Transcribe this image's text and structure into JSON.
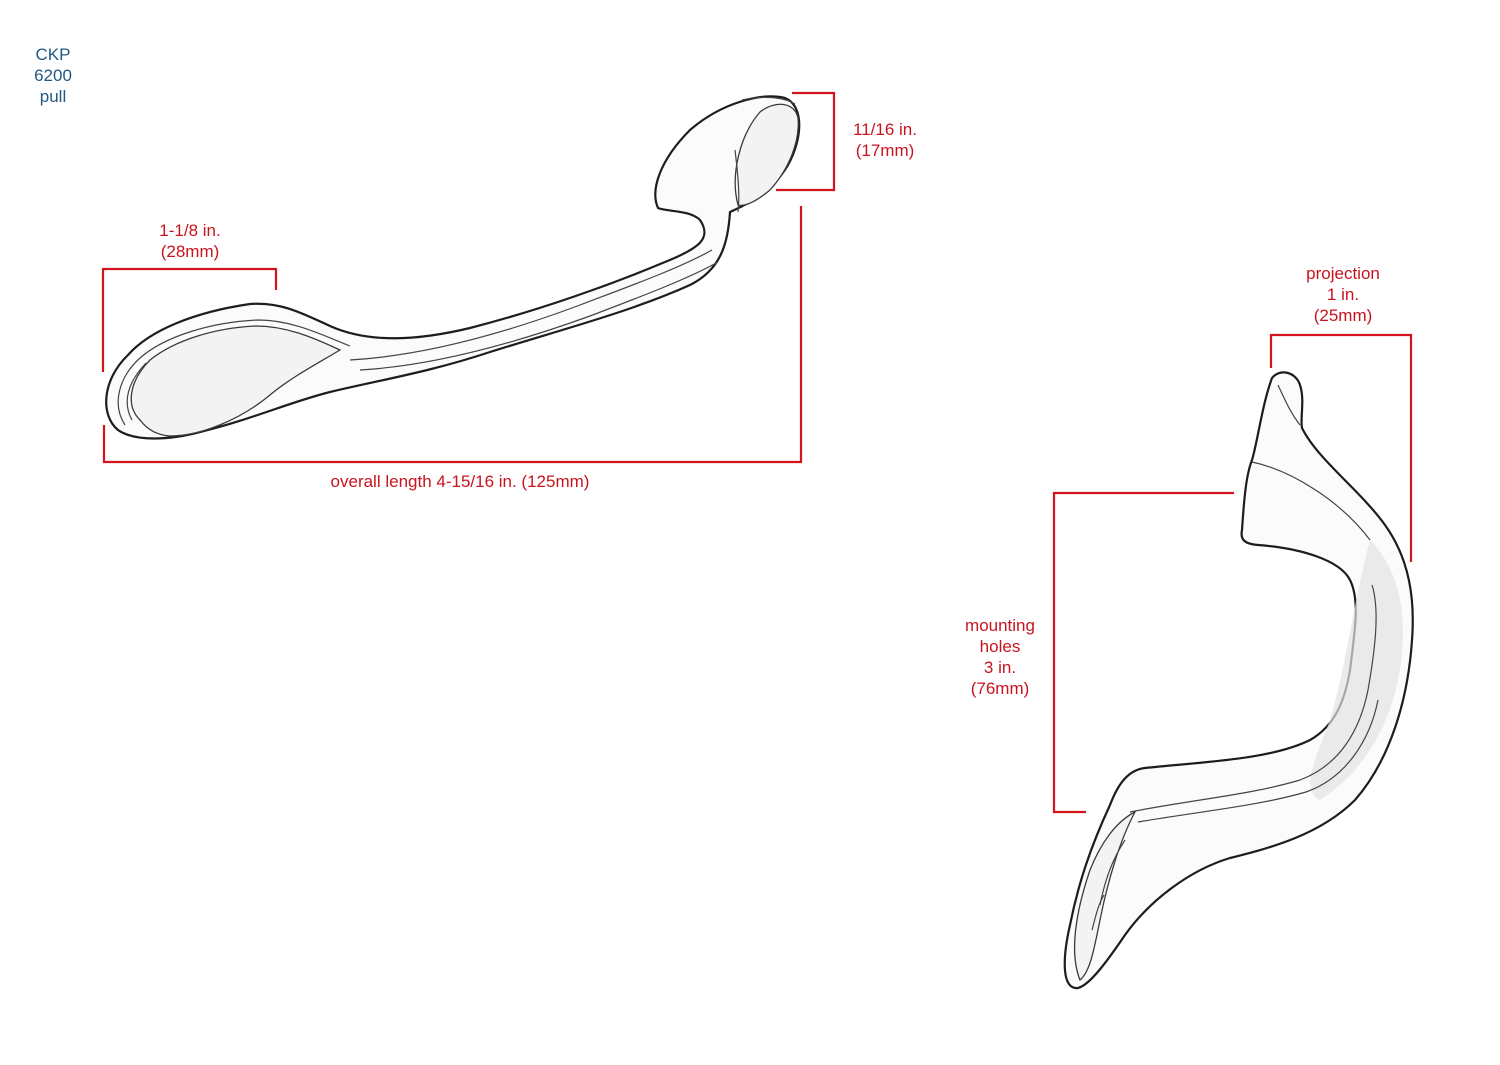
{
  "model": {
    "lines": [
      "CKP",
      "6200",
      "pull"
    ]
  },
  "dimensions": {
    "height": [
      "11/16 in.",
      "(17mm)"
    ],
    "width": [
      "1-1/8 in.",
      "(28mm)"
    ],
    "overall_length": "overall length 4-15/16 in. (125mm)",
    "projection": [
      "projection",
      "1 in.",
      "(25mm)"
    ],
    "mounting_holes": [
      "mounting",
      "holes",
      "3 in.",
      "(76mm)"
    ]
  },
  "colors": {
    "dimension_lines": "#d3141c",
    "dimension_text": "#c8141e",
    "model_text": "#1f5a86",
    "sketch_outline": "#1d1d1d"
  }
}
